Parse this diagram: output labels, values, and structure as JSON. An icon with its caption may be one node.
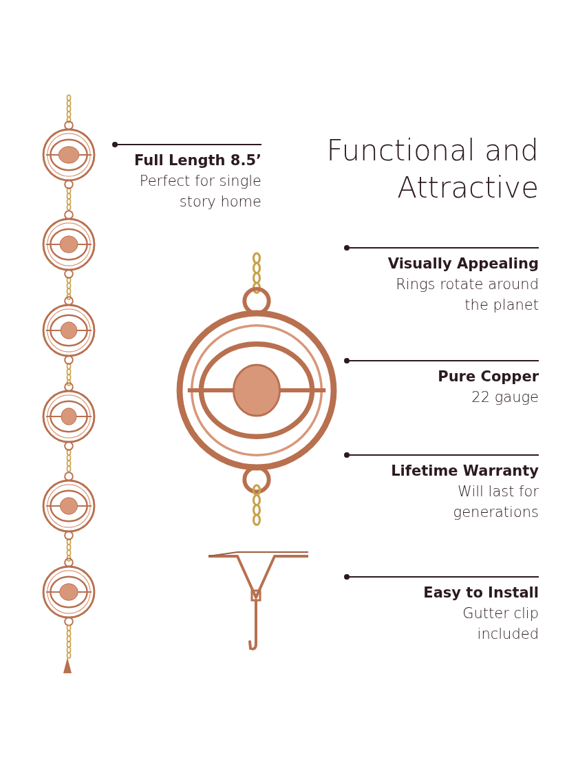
{
  "diagram": {
    "title": "Functional and Attractive",
    "labels": [
      "Full Length 8.5’",
      "Perfect for single story home",
      "Visually Appealing",
      "Rings rotate around the planet",
      "Pure Copper",
      "22 gauge",
      "Lifetime Warranty",
      "Will last for generations",
      "Easy to Install",
      "Gutter clip included"
    ]
  }
}
